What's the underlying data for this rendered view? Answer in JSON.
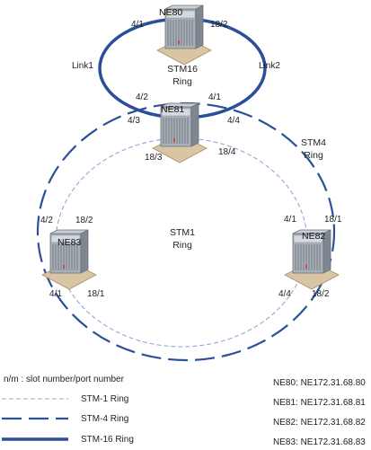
{
  "nodes": {
    "ne80": {
      "label": "NE80"
    },
    "ne81": {
      "label": "NE81"
    },
    "ne82": {
      "label": "NE82"
    },
    "ne83": {
      "label": "NE83"
    }
  },
  "ports": {
    "ne80_left": "4/1",
    "ne80_right": "18/2",
    "ne81_top_left": "4/2",
    "ne81_top_right": "4/1",
    "ne81_left": "4/3",
    "ne81_right": "4/4",
    "ne81_bottom_left": "18/3",
    "ne81_bottom_right": "18/4",
    "ne83_top_left": "4/2",
    "ne83_top_right": "18/2",
    "ne83_bottom_left": "4/1",
    "ne83_bottom_right": "18/1",
    "ne82_top_left": "4/1",
    "ne82_top_right": "18/1",
    "ne82_bottom_left": "4/4",
    "ne82_bottom_right": "18/2"
  },
  "links": {
    "link1": "Link1",
    "link2": "Link2"
  },
  "rings": {
    "stm16": {
      "line1": "STM16",
      "line2": "Ring"
    },
    "stm4": {
      "line1": "STM4",
      "line2": "Ring"
    },
    "stm1": {
      "line1": "STM1",
      "line2": "Ring"
    }
  },
  "legend": {
    "note": "n/m : slot number/port number",
    "items": [
      {
        "label": "STM-1 Ring"
      },
      {
        "label": "STM-4 Ring"
      },
      {
        "label": "STM-16 Ring"
      }
    ]
  },
  "addresses": [
    "NE80: NE172.31.68.80",
    "NE81: NE172.31.68.81",
    "NE82: NE172.31.68.82",
    "NE83: NE172.31.68.83"
  ],
  "colors": {
    "stm16": "#2c4f9a",
    "stm4": "#2c4f9a",
    "stm1": "#8fa9d4",
    "platform": "#d9c4a3",
    "chassis": "#9aa2ab"
  }
}
